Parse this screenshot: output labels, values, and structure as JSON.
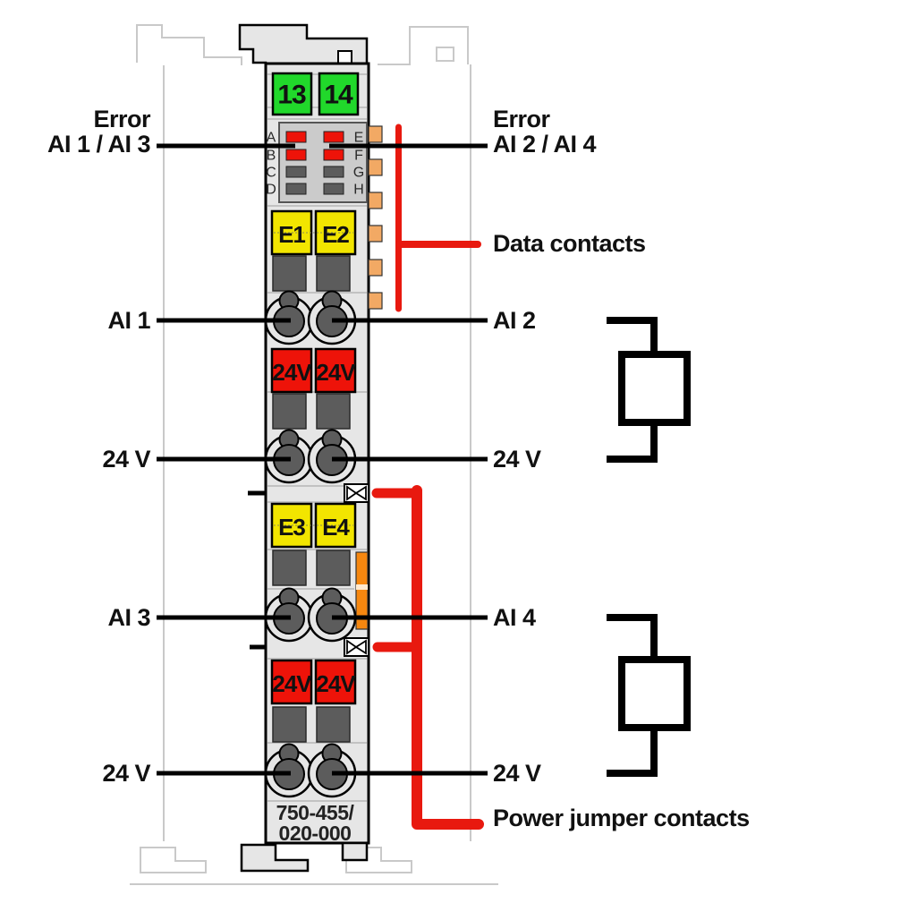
{
  "colors": {
    "green": "#21d82b",
    "yellow": "#f2e500",
    "red_block": "#ee1309",
    "red_line": "#e8190f",
    "orange_contact": "#f2a964",
    "orange_latch": "#f6870f",
    "module_fill": "#e6e6e6",
    "panel_fill": "#cbcbcb",
    "dark_part": "#5c5c5c",
    "led_on": "#ee1309",
    "led_off": "#5c5c5c"
  },
  "module": {
    "model_line1": "750-455/",
    "model_line2": "020-000",
    "power_leds": [
      "13",
      "14"
    ],
    "error_leds_top": [
      "E1",
      "E2"
    ],
    "error_leds_bottom": [
      "E3",
      "E4"
    ],
    "supply_marking": "24V",
    "led_matrix": {
      "rows": [
        {
          "left": "A",
          "right": "E",
          "color": "#ee1309"
        },
        {
          "left": "B",
          "right": "F",
          "color": "#ee1309"
        },
        {
          "left": "C",
          "right": "G",
          "color": "#5c5c5c"
        },
        {
          "left": "D",
          "right": "H",
          "color": "#5c5c5c"
        }
      ]
    }
  },
  "annotations": {
    "error_left_line1": "Error",
    "error_left_line2": "AI 1 / AI 3",
    "error_right_line1": "Error",
    "error_right_line2": "AI 2 / AI 4",
    "data_contacts": "Data contacts",
    "power_jumper_contacts": "Power jumper contacts",
    "ai1": "AI 1",
    "ai2": "AI 2",
    "ai3": "AI 3",
    "ai4": "AI 4",
    "v24": "24 V"
  }
}
